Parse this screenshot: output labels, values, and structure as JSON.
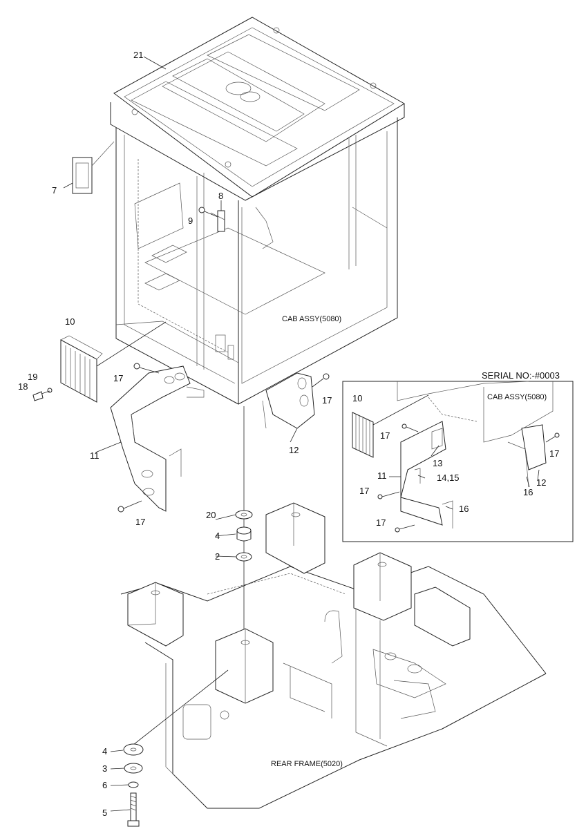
{
  "labels": {
    "cab_assy": "CAB ASSY(5080)",
    "rear_frame": "REAR FRAME(5020)",
    "serial": "SERIAL NO:-#0003",
    "inset_cab_assy": "CAB ASSY(5080)"
  },
  "callouts": {
    "c21": "21",
    "c7": "7",
    "c8": "8",
    "c9": "9",
    "c10": "10",
    "c19": "19",
    "c18": "18",
    "c17a": "17",
    "c17b": "17",
    "c17c": "17",
    "c11": "11",
    "c12": "12",
    "c20": "20",
    "c4a": "4",
    "c2": "2",
    "c4b": "4",
    "c3": "3",
    "c6": "6",
    "c5": "5"
  },
  "inset_callouts": {
    "i10": "10",
    "i17a": "17",
    "i13": "13",
    "i11": "11",
    "i1415": "14,15",
    "i17b": "17",
    "i16a": "16",
    "i17c": "17",
    "i17d": "17",
    "i16b": "16",
    "i12": "12"
  }
}
